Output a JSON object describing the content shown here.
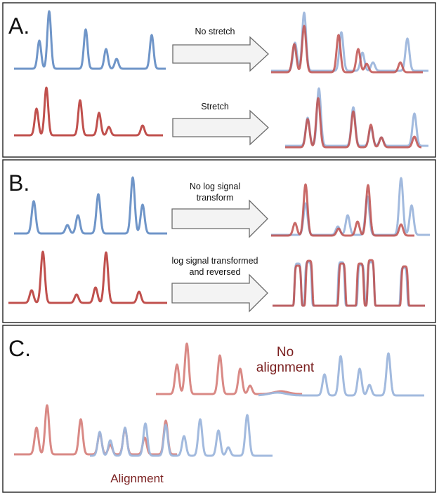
{
  "colors": {
    "blue": "#6f95c8",
    "red": "#c0504d",
    "light_blue": "#9db6dc",
    "light_red": "#d57c78",
    "dark_red": "#7a1f1f",
    "panel_border": "#222222",
    "arrow_fill": "#f3f3f3",
    "arrow_stroke": "#6b6b6b"
  },
  "panels": [
    {
      "letter": "A.",
      "rows": [
        {
          "arrow_label": [
            "No stretch"
          ]
        },
        {
          "arrow_label": [
            "Stretch"
          ]
        }
      ]
    },
    {
      "letter": "B.",
      "rows": [
        {
          "arrow_label": [
            "No log signal",
            "transform"
          ]
        },
        {
          "arrow_label": [
            "log signal transformed",
            "and reversed"
          ]
        }
      ]
    },
    {
      "letter": "C.",
      "labels": {
        "no_alignment": [
          "No",
          "alignment"
        ],
        "alignment": "Alignment"
      }
    }
  ],
  "icons": {
    "arrow": "right-arrow-icon"
  }
}
